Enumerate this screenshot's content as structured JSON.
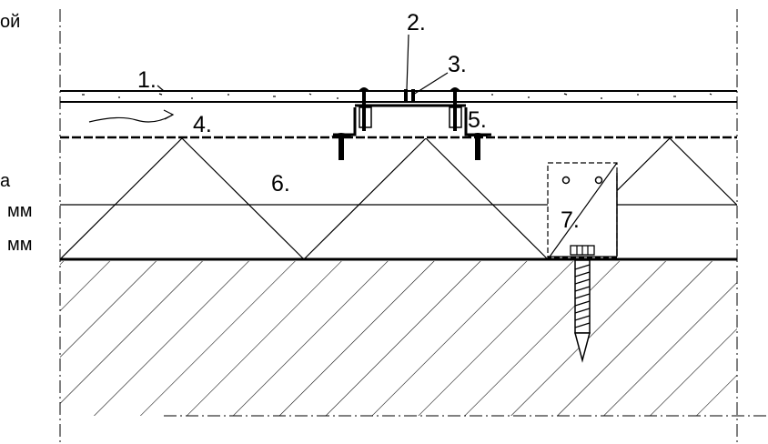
{
  "left_text_fragments": [
    "ой",
    "а",
    "мм",
    "мм"
  ],
  "callouts": [
    "1.",
    "2.",
    "3.",
    "4.",
    "5.",
    "6.",
    "7."
  ]
}
